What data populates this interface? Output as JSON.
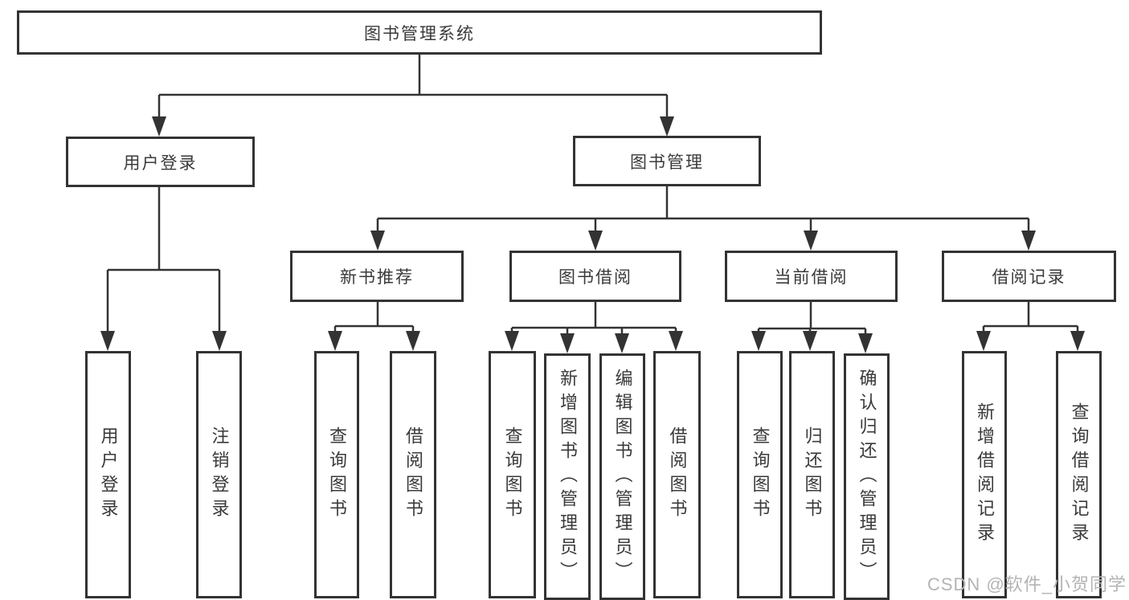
{
  "colors": {
    "line": "#333333",
    "box_border": "#333333",
    "text": "#3a3a3a",
    "watermark": "#b4b4b4",
    "background": "#ffffff"
  },
  "nodes": {
    "root": {
      "label": "图书管理系统"
    },
    "user_login": {
      "label": "用户登录"
    },
    "book_management": {
      "label": "图书管理"
    },
    "new_book_recommend": {
      "label": "新书推荐"
    },
    "book_borrowing": {
      "label": "图书借阅"
    },
    "current_borrowing": {
      "label": "当前借阅"
    },
    "borrowing_records": {
      "label": "借阅记录"
    },
    "leaf_user_login": {
      "label": "用户登录"
    },
    "leaf_logout": {
      "label": "注销登录"
    },
    "leaf_recommend_query_books": {
      "label": "查询图书"
    },
    "leaf_recommend_borrow_books": {
      "label": "借阅图书"
    },
    "leaf_borrowing_query_books": {
      "label": "查询图书"
    },
    "leaf_borrowing_add_books": {
      "label": "新增图书（管理员）"
    },
    "leaf_borrowing_edit_books": {
      "label": "编辑图书（管理员）"
    },
    "leaf_borrowing_borrow_books": {
      "label": "借阅图书"
    },
    "leaf_current_query_books": {
      "label": "查询图书"
    },
    "leaf_current_return_books": {
      "label": "归还图书"
    },
    "leaf_current_confirm_return": {
      "label": "确认归还（管理员）"
    },
    "leaf_records_add_record": {
      "label": "新增借阅记录"
    },
    "leaf_records_query_record": {
      "label": "查询借阅记录"
    }
  },
  "watermark": {
    "text": "CSDN @软件_小贺同学"
  }
}
